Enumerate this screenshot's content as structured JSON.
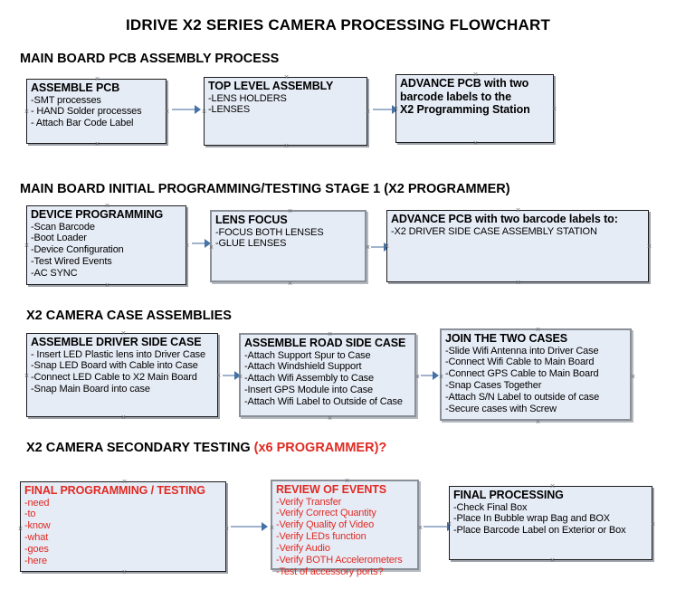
{
  "document": {
    "title": "IDRIVE X2  SERIES CAMERA PROCESSING FLOWCHART",
    "colors": {
      "box_fill": "#e6ecf6",
      "box_border": "#000000",
      "box_border_grey": "#8a8f98",
      "connector": "#9fb4cc",
      "arrowhead": "#4472a8",
      "accent_red": "#e02a23",
      "text": "#000000",
      "background": "#ffffff"
    }
  },
  "sections": [
    {
      "heading": "MAIN BOARD PCB ASSEMBLY PROCESS",
      "heading_accent": "",
      "nodes": [
        {
          "head": "ASSEMBLE PCB",
          "lines": [
            "-SMT processes",
            "- HAND Solder processes",
            "- Attach Bar Code Label"
          ]
        },
        {
          "head": "TOP LEVEL ASSEMBLY",
          "lines": [
            "-LENS HOLDERS",
            "-LENSES"
          ]
        },
        {
          "head": "ADVANCE PCB with two",
          "lines": [
            "barcode labels to the",
            " X2 Programming Station"
          ]
        }
      ]
    },
    {
      "heading": "MAIN BOARD INITIAL PROGRAMMING/TESTING STAGE 1 (X2 PROGRAMMER)",
      "heading_accent": "",
      "nodes": [
        {
          "head": "DEVICE PROGRAMMING",
          "lines": [
            "-Scan Barcode",
            "-Boot Loader",
            "-Device Configuration",
            "-Test Wired Events",
            "-AC SYNC"
          ]
        },
        {
          "head": "LENS FOCUS",
          "lines": [
            "-FOCUS BOTH LENSES",
            "-GLUE LENSES"
          ]
        },
        {
          "head": "ADVANCE PCB with two barcode labels to:",
          "lines": [
            "-X2 DRIVER  SIDE  CASE  ASSEMBLY STATION"
          ]
        }
      ]
    },
    {
      "heading": "X2 CAMERA CASE ASSEMBLIES",
      "heading_accent": "",
      "nodes": [
        {
          "head": "ASSEMBLE DRIVER SIDE CASE",
          "lines": [
            "- Insert LED Plastic lens into Driver Case",
            "-Snap LED Board with Cable into Case",
            "-Connect LED Cable to X2 Main Board",
            "-Snap Main Board into case"
          ]
        },
        {
          "head": "ASSEMBLE ROAD SIDE CASE",
          "lines": [
            "-Attach Support Spur to Case",
            "-Attach Windshield Support",
            "-Attach Wifi Assembly to Case",
            "-Insert GPS Module into Case",
            "-Attach Wifi Label to Outside of Case"
          ]
        },
        {
          "head": "JOIN THE TWO CASES",
          "lines": [
            "-Slide Wifi Antenna into Driver Case",
            "-Connect Wifi Cable to Main Board",
            "-Connect GPS Cable to Main Board",
            "-Snap Cases Together",
            "-Attach S/N Label to outside of case",
            "-Secure cases with Screw"
          ]
        }
      ]
    },
    {
      "heading": "X2 CAMERA SECONDARY TESTING ",
      "heading_accent": "(x6 PROGRAMMER)?",
      "nodes": [
        {
          "head": "FINAL PROGRAMMING / TESTING",
          "lines": [
            "-need",
            "-to",
            "-know",
            "-what",
            "-goes",
            "-here"
          ]
        },
        {
          "head": "REVIEW OF EVENTS",
          "lines": [
            "-Verify Transfer",
            "-Verify Correct Quantity",
            "-Verify Quality of Video",
            "-Verify LEDs function",
            "-Verify Audio",
            "-Verify BOTH Accelerometers",
            "-Test of accessory ports?"
          ]
        },
        {
          "head": "FINAL PROCESSING",
          "lines": [
            " -Check Final Box",
            "-Place In Bubble wrap Bag and BOX",
            "-Place Barcode Label on Exterior or Box"
          ]
        }
      ]
    }
  ]
}
